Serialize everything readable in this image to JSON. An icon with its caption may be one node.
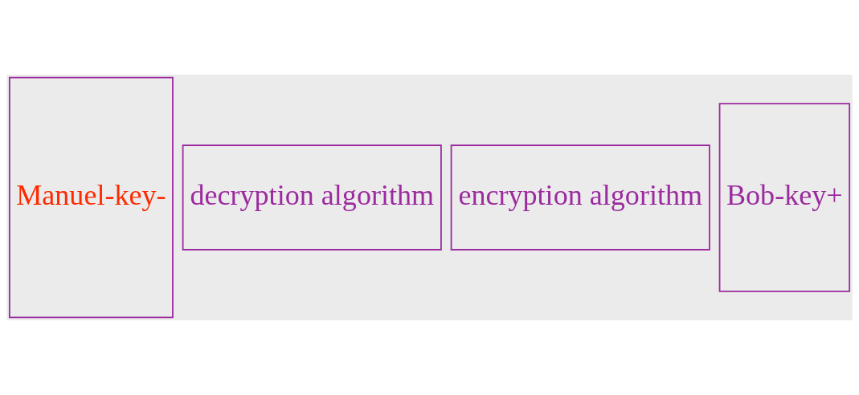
{
  "diagram": {
    "nodes": [
      {
        "text": [
          "Manuel-key-"
        ]
      },
      {
        "text": [
          "decryption algorithm"
        ]
      },
      {
        "text": [
          "encryption algorithm"
        ]
      },
      {
        "text": [
          "Bob-key+"
        ]
      }
    ]
  }
}
